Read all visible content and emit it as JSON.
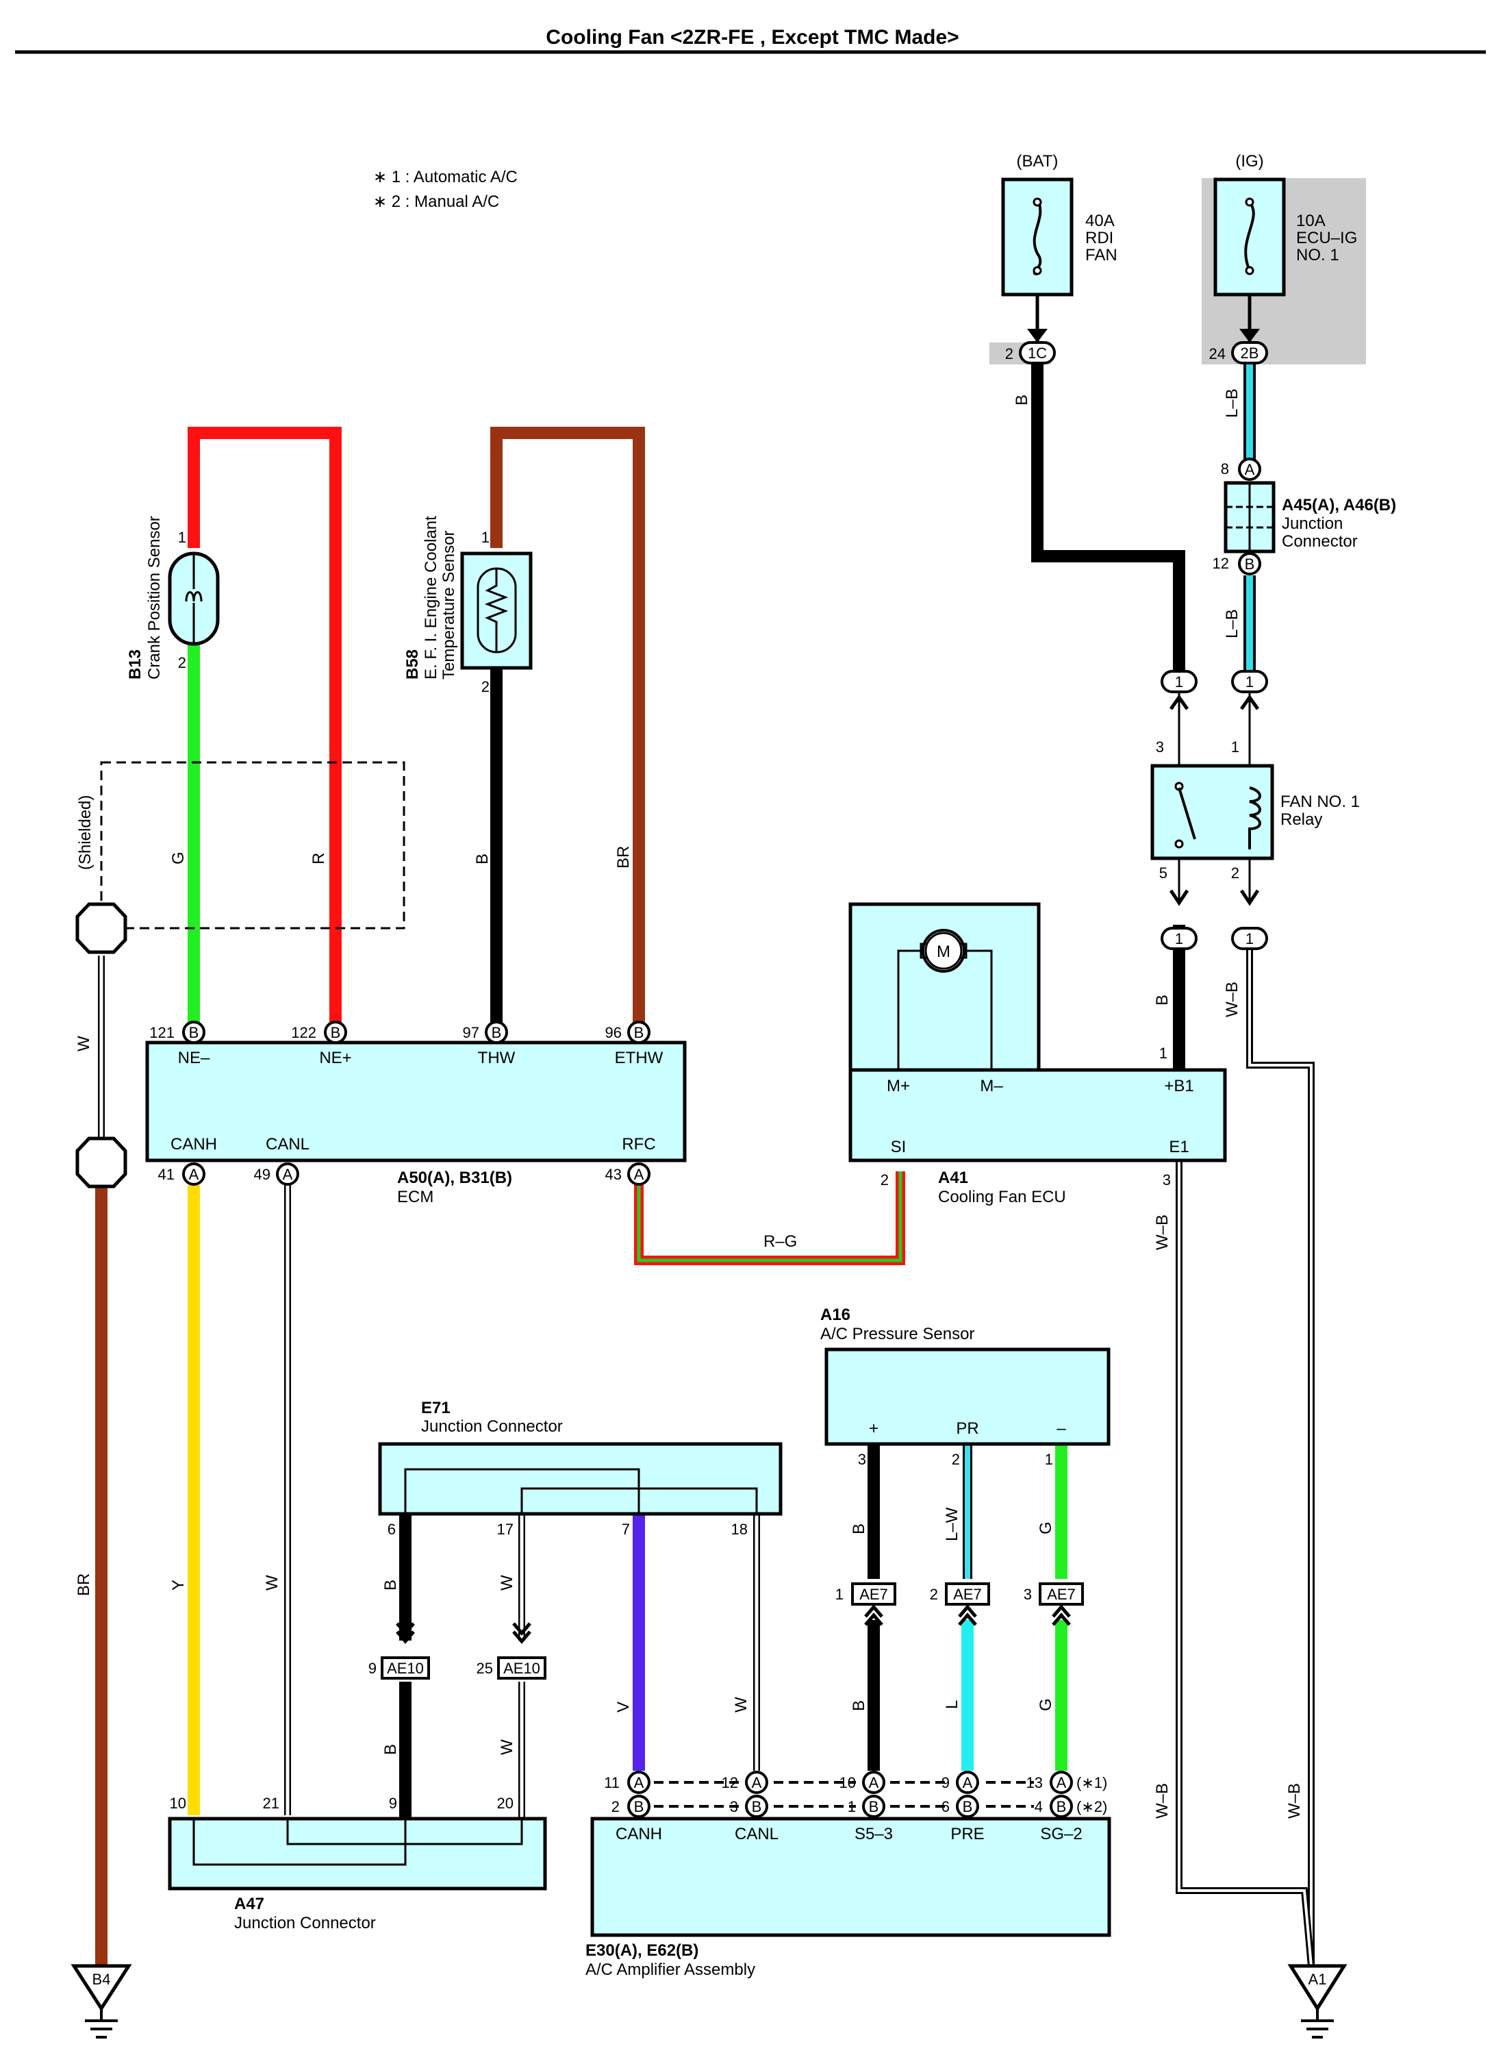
{
  "title": "Cooling Fan <2ZR-FE , Except TMC Made>",
  "notes": [
    "∗ 1 : Automatic A/C",
    "∗ 2 : Manual A/C"
  ],
  "power": {
    "bat": {
      "label": "(BAT)",
      "fuse": [
        "40A",
        "RDI",
        "FAN"
      ],
      "conn": "1C",
      "pin": "2"
    },
    "ig": {
      "label": "(IG)",
      "fuse": [
        "10A",
        "ECU–IG",
        "NO. 1"
      ],
      "conn": "2B",
      "pin": "24"
    }
  },
  "junction_a45": {
    "id": "A45(A), A46(B)",
    "name": [
      "Junction",
      "Connector"
    ],
    "pin_top": "8",
    "conn_top": "A",
    "pin_bot": "12",
    "conn_bot": "B"
  },
  "relay": {
    "name": [
      "FAN NO. 1",
      "Relay"
    ],
    "pins": [
      "3",
      "1",
      "5",
      "2"
    ],
    "in_conn": "1",
    "out_conn": "1"
  },
  "sensors": {
    "crank": {
      "id": "B13",
      "name": "Crank Position Sensor",
      "pins": [
        "1",
        "2"
      ]
    },
    "ect": {
      "id": "B58",
      "name": [
        "E. F. I.  Engine Coolant",
        "Temperature Sensor"
      ],
      "pins": [
        "1",
        "2"
      ]
    }
  },
  "shielded": "(Shielded)",
  "wires": {
    "g": "G",
    "r": "R",
    "b": "B",
    "br": "BR",
    "w": "W",
    "y": "Y",
    "v": "V",
    "l": "L",
    "lb": "L–B",
    "wb": "W–B",
    "rg": "R–G",
    "lw": "L–W"
  },
  "ecm": {
    "id": "A50(A), B31(B)",
    "name": "ECM",
    "top_pins": [
      {
        "num": "121",
        "conn": "B",
        "label": "NE–"
      },
      {
        "num": "122",
        "conn": "B",
        "label": "NE+"
      },
      {
        "num": "97",
        "conn": "B",
        "label": "THW"
      },
      {
        "num": "96",
        "conn": "B",
        "label": "ETHW"
      }
    ],
    "bottom_pins": [
      {
        "num": "41",
        "conn": "A",
        "label": "CANH"
      },
      {
        "num": "49",
        "conn": "A",
        "label": "CANL"
      },
      {
        "num": "43",
        "conn": "A",
        "label": "RFC"
      }
    ]
  },
  "fan_ecu": {
    "id": "A41",
    "name": "Cooling Fan ECU",
    "motor": "M",
    "labels": [
      "M+",
      "M–",
      "+B1",
      "SI",
      "E1"
    ],
    "pins": {
      "b1": "1",
      "si": "2",
      "e1": "3"
    }
  },
  "pressure_sensor": {
    "id": "A16",
    "name": "A/C Pressure Sensor",
    "labels": [
      "+",
      "PR",
      "–"
    ],
    "pins": [
      "3",
      "2",
      "1"
    ],
    "connectors": [
      {
        "pin": "1",
        "conn": "AE7"
      },
      {
        "pin": "2",
        "conn": "AE7"
      },
      {
        "pin": "3",
        "conn": "AE7"
      }
    ]
  },
  "junction_e71": {
    "id": "E71",
    "name": "Junction Connector",
    "pins": [
      "6",
      "17",
      "7",
      "18"
    ]
  },
  "ae10": [
    {
      "pin": "9",
      "conn": "AE10"
    },
    {
      "pin": "25",
      "conn": "AE10"
    }
  ],
  "junction_a47": {
    "id": "A47",
    "name": "Junction Connector",
    "pins": [
      "10",
      "21",
      "9",
      "20"
    ]
  },
  "amplifier": {
    "id": "E30(A), E62(B)",
    "name": "A/C Amplifier Assembly",
    "labels": [
      "CANH",
      "CANL",
      "S5–3",
      "PRE",
      "SG–2"
    ],
    "row_a": [
      {
        "num": "11",
        "conn": "A"
      },
      {
        "num": "12",
        "conn": "A"
      },
      {
        "num": "10",
        "conn": "A"
      },
      {
        "num": "9",
        "conn": "A"
      },
      {
        "num": "13",
        "conn": "A"
      }
    ],
    "row_b": [
      {
        "num": "2",
        "conn": "B"
      },
      {
        "num": "3",
        "conn": "B"
      },
      {
        "num": "1",
        "conn": "B"
      },
      {
        "num": "6",
        "conn": "B"
      },
      {
        "num": "4",
        "conn": "B"
      }
    ],
    "notes": [
      "(∗1)",
      "(∗2)"
    ]
  },
  "grounds": [
    "B4",
    "A1"
  ]
}
